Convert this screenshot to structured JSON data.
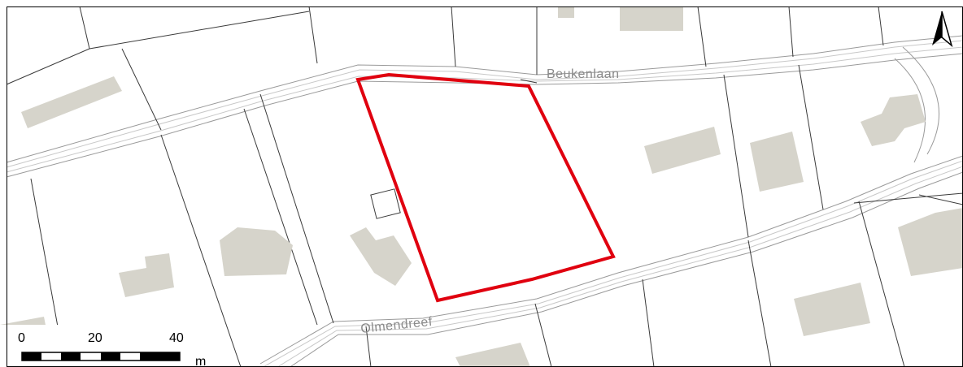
{
  "map": {
    "streets": {
      "north": "Beukenlaan",
      "south": "Olmendreef"
    },
    "north_arrow_icon": "north-arrow-icon",
    "scale_bar": {
      "ticks": [
        "0",
        "20",
        "40"
      ],
      "unit": "m"
    },
    "colors": {
      "highlight_outline": "#e0000f",
      "building_fill": "#d6d4cb",
      "parcel_line": "#3a3a3a",
      "road_edge": "#9a9a9a",
      "background": "#ffffff"
    }
  }
}
